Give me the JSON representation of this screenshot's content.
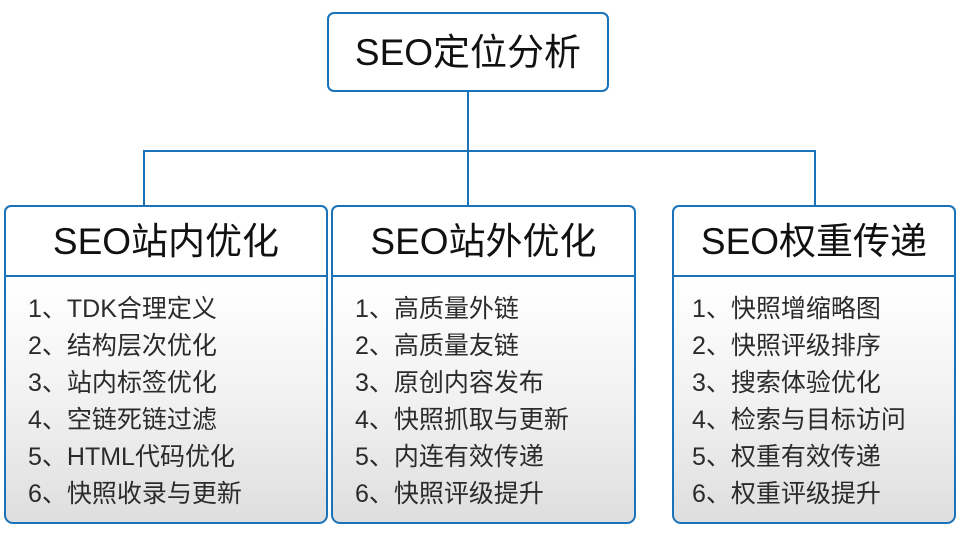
{
  "diagram": {
    "root": {
      "label": "SEO定位分析"
    },
    "accent_color": "#1a72b8",
    "columns": [
      {
        "header": "SEO站内优化",
        "items": [
          {
            "index": "1、",
            "text": "TDK合理定义"
          },
          {
            "index": "2、",
            "text": "结构层次优化"
          },
          {
            "index": "3、",
            "text": "站内标签优化"
          },
          {
            "index": "4、",
            "text": "空链死链过滤"
          },
          {
            "index": "5、",
            "text": "HTML代码优化"
          },
          {
            "index": "6、",
            "text": "快照收录与更新"
          }
        ]
      },
      {
        "header": "SEO站外优化",
        "items": [
          {
            "index": "1、",
            "text": "高质量外链"
          },
          {
            "index": "2、",
            "text": "高质量友链"
          },
          {
            "index": "3、",
            "text": "原创内容发布"
          },
          {
            "index": "4、",
            "text": "快照抓取与更新"
          },
          {
            "index": "5、",
            "text": "内连有效传递"
          },
          {
            "index": "6、",
            "text": "快照评级提升"
          }
        ]
      },
      {
        "header": "SEO权重传递",
        "items": [
          {
            "index": "1、",
            "text": "快照增缩略图"
          },
          {
            "index": "2、",
            "text": "快照评级排序"
          },
          {
            "index": "3、",
            "text": "搜索体验优化"
          },
          {
            "index": "4、",
            "text": "检索与目标访问"
          },
          {
            "index": "5、",
            "text": "权重有效传递"
          },
          {
            "index": "6、",
            "text": "权重评级提升"
          }
        ]
      }
    ]
  }
}
